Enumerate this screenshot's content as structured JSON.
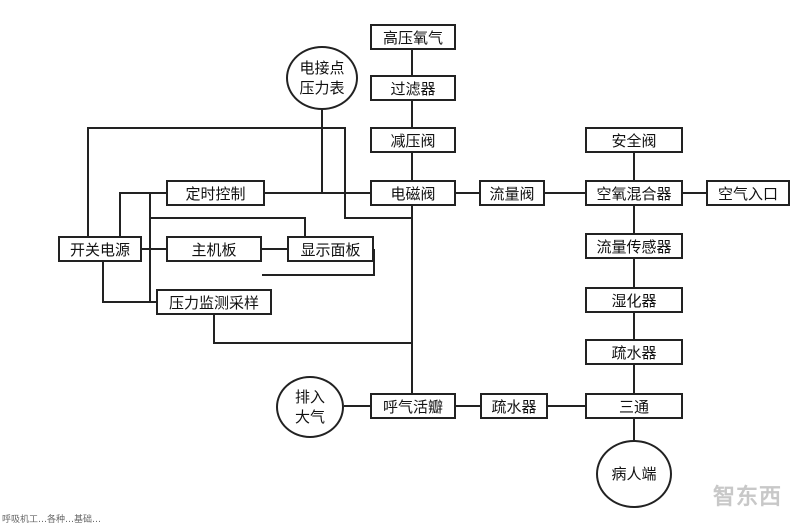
{
  "nodes": {
    "high_pressure_oxygen": "高压氧气",
    "filter": "过滤器",
    "pressure_reducing_valve": "减压阀",
    "solenoid_valve": "电磁阀",
    "flow_valve": "流量阀",
    "air_oxygen_mixer": "空氧混合器",
    "air_inlet": "空气入口",
    "safety_valve": "安全阀",
    "flow_sensor": "流量传感器",
    "humidifier": "湿化器",
    "drain_right": "疏水器",
    "three_way": "三通",
    "patient_end": "病人端",
    "drain_bottom": "疏水器",
    "exhalation_valve": "呼气活瓣",
    "exhaust_line1": "排入",
    "exhaust_line2": "大气",
    "gauge_line1": "电接点",
    "gauge_line2": "压力表",
    "timer_control": "定时控制",
    "switch_power": "开关电源",
    "main_board": "主机板",
    "display_panel": "显示面板",
    "pressure_sampling": "压力监测采样"
  },
  "watermark": "智东西",
  "caption": "呼吸机工…各种…基础…"
}
